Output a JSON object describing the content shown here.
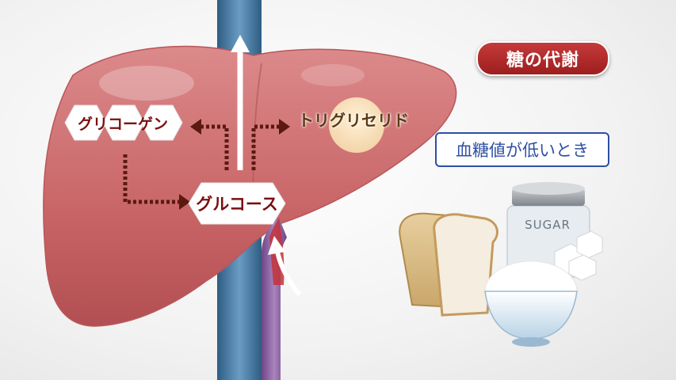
{
  "title": "糖の代謝",
  "condition": "血糖値が低いとき",
  "nodes": {
    "glycogen": "グリコーゲン",
    "glucose": "グルコース",
    "triglyceride": "トリグリセリド"
  },
  "jar_label": "SUGAR",
  "colors": {
    "liver": "#c96a6c",
    "title_badge": "#b02b2b",
    "condition_border": "#2e4fa3",
    "arrow_dotted": "#5a1a10",
    "vessel_blue": "#4a7fa8",
    "vessel_purple": "#8a5fa0"
  }
}
